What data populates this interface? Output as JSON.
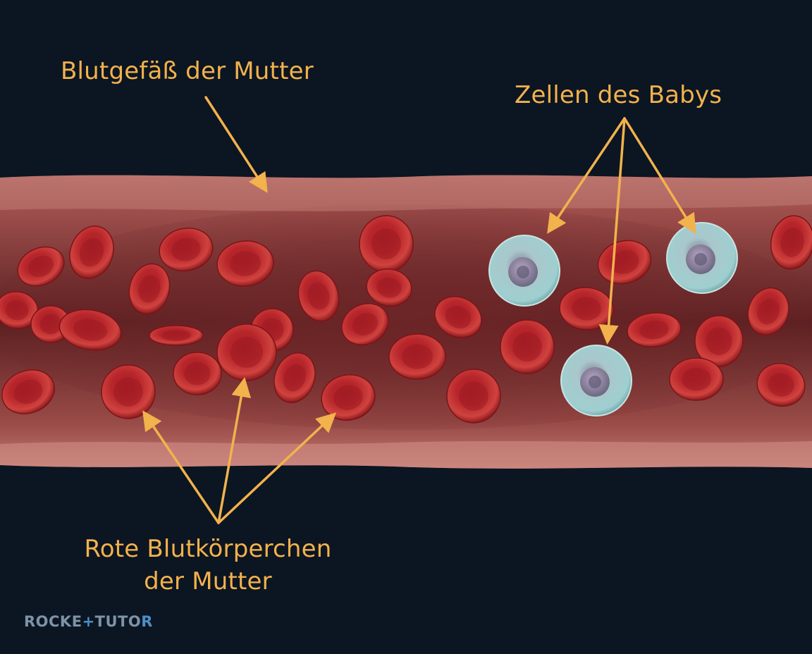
{
  "labels": {
    "vessel": "Blutgefäß der Mutter",
    "baby_cells": "Zellen des Babys",
    "rbc_line1": "Rote Blutkörperchen",
    "rbc_line2": "der Mutter"
  },
  "logo": {
    "part1": "ROCKE",
    "mark": "+",
    "part2": "TUTO",
    "part3": "R"
  },
  "colors": {
    "background": "#0c1522",
    "vessel": "#b2625f",
    "red_cell": "#b8262b",
    "baby_cell": "#9fcfd0",
    "annotation": "#f2b24c"
  }
}
